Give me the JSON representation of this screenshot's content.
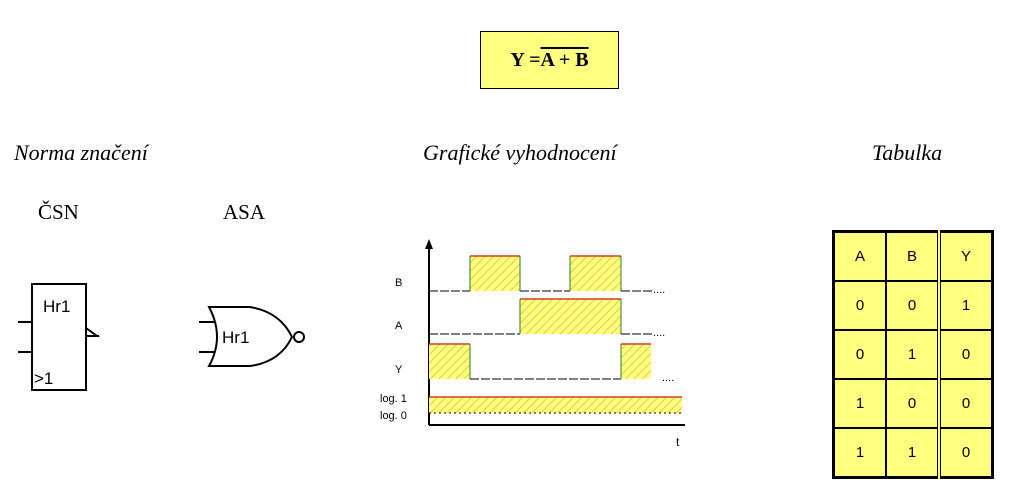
{
  "formula": {
    "lhs": "Y = ",
    "overlined": "A + B"
  },
  "headings": {
    "norma": "Norma značení",
    "graficke": "Grafické vyhodnocení",
    "tabulka": "Tabulka"
  },
  "symbols": {
    "csn": {
      "title": "ČSN",
      "label": "Hr1",
      "function": ">1"
    },
    "asa": {
      "title": "ASA",
      "label": "Hr1"
    }
  },
  "timing": {
    "signals": [
      "B",
      "A",
      "Y"
    ],
    "levels": [
      "log. 1",
      "log. 0"
    ],
    "time_axis": "t",
    "ellipsis": "....",
    "waveforms": {
      "B": [
        0,
        1,
        0,
        1,
        0
      ],
      "A": [
        0,
        0,
        1,
        1,
        0
      ],
      "Y": [
        1,
        0,
        0,
        0,
        1
      ]
    }
  },
  "truth_table": {
    "headers": [
      "A",
      "B",
      "Y"
    ],
    "rows": [
      [
        "0",
        "0",
        "1"
      ],
      [
        "0",
        "1",
        "0"
      ],
      [
        "1",
        "0",
        "0"
      ],
      [
        "1",
        "1",
        "0"
      ]
    ]
  },
  "colors": {
    "highlight": "#ffff80",
    "hatch": "#e8c840",
    "red_line": "#d04020",
    "green_line": "#208020"
  }
}
